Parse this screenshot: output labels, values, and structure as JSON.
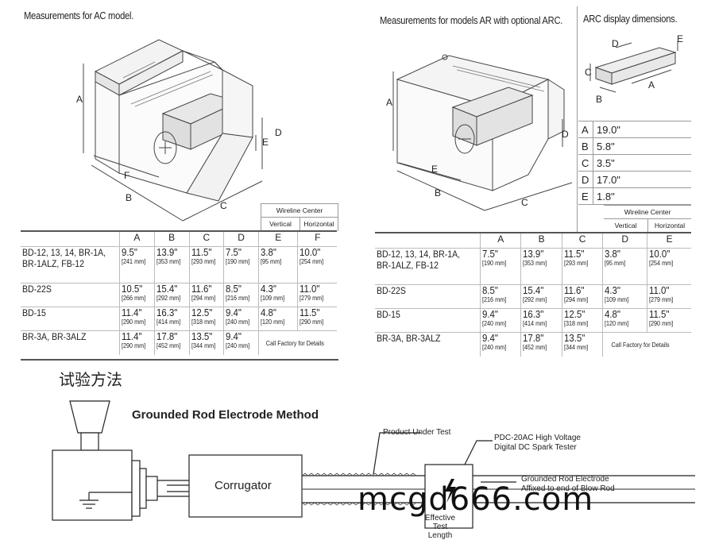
{
  "left_panel": {
    "caption": "Measurements for AC model.",
    "dim_letters": [
      "A",
      "B",
      "C",
      "D",
      "E",
      "F"
    ],
    "wireline_center": "Wireline Center",
    "vertical": "Vertical",
    "horizontal": "Horizontal",
    "columns": [
      "A",
      "B",
      "C",
      "D",
      "E",
      "F"
    ],
    "rows": [
      {
        "model": "BD-12, 13, 14, BR-1A, BR-1ALZ, FB-12",
        "cells": [
          [
            "9.5\"",
            "[241 mm]"
          ],
          [
            "13.9\"",
            "[353 mm]"
          ],
          [
            "11.5\"",
            "[293 mm]"
          ],
          [
            "7.5\"",
            "[190 mm]"
          ],
          [
            "3.8\"",
            "[95 mm]"
          ],
          [
            "10.0\"",
            "[254 mm]"
          ]
        ]
      },
      {
        "model": "BD-22S",
        "cells": [
          [
            "10.5\"",
            "[266 mm]"
          ],
          [
            "15.4\"",
            "[292 mm]"
          ],
          [
            "11.6\"",
            "[294 mm]"
          ],
          [
            "8.5\"",
            "[216 mm]"
          ],
          [
            "4.3\"",
            "[109 mm]"
          ],
          [
            "11.0\"",
            "[279 mm]"
          ]
        ]
      },
      {
        "model": "BD-15",
        "cells": [
          [
            "11.4\"",
            "[290 mm]"
          ],
          [
            "16.3\"",
            "[414 mm]"
          ],
          [
            "12.5\"",
            "[318 mm]"
          ],
          [
            "9.4\"",
            "[240 mm]"
          ],
          [
            "4.8\"",
            "[120 mm]"
          ],
          [
            "11.5\"",
            "[290 mm]"
          ]
        ]
      },
      {
        "model": "BR-3A, BR-3ALZ",
        "cells": [
          [
            "11.4\"",
            "[290 mm]"
          ],
          [
            "17.8\"",
            "[452 mm]"
          ],
          [
            "13.5\"",
            "[344 mm]"
          ],
          [
            "9.4\"",
            "[240 mm]"
          ]
        ],
        "note": "Call Factory for Details"
      }
    ]
  },
  "right_panel": {
    "caption": "Measurements for models AR with optional ARC.",
    "dim_letters": [
      "A",
      "B",
      "C",
      "D",
      "E"
    ],
    "wireline_center": "Wireline Center",
    "vertical": "Vertical",
    "horizontal": "Horizontal",
    "columns": [
      "A",
      "B",
      "C",
      "D",
      "E"
    ],
    "rows": [
      {
        "model": "BD-12, 13, 14, BR-1A, BR-1ALZ, FB-12",
        "cells": [
          [
            "7.5\"",
            "[190 mm]"
          ],
          [
            "13.9\"",
            "[353 mm]"
          ],
          [
            "11.5\"",
            "[293 mm]"
          ],
          [
            "3.8\"",
            "[95 mm]"
          ],
          [
            "10.0\"",
            "[254 mm]"
          ]
        ]
      },
      {
        "model": "BD-22S",
        "cells": [
          [
            "8.5\"",
            "[216 mm]"
          ],
          [
            "15.4\"",
            "[292 mm]"
          ],
          [
            "11.6\"",
            "[294 mm]"
          ],
          [
            "4.3\"",
            "[109 mm]"
          ],
          [
            "11.0\"",
            "[279 mm]"
          ]
        ]
      },
      {
        "model": "BD-15",
        "cells": [
          [
            "9.4\"",
            "[240 mm]"
          ],
          [
            "16.3\"",
            "[414 mm]"
          ],
          [
            "12.5\"",
            "[318 mm]"
          ],
          [
            "4.8\"",
            "[120 mm]"
          ],
          [
            "11.5\"",
            "[290 mm]"
          ]
        ]
      },
      {
        "model": "BR-3A, BR-3ALZ",
        "cells": [
          [
            "9.4\"",
            "[240 mm]"
          ],
          [
            "17.8\"",
            "[452 mm]"
          ],
          [
            "13.5\"",
            "[344 mm]"
          ]
        ],
        "note": "Call Factory for Details"
      }
    ]
  },
  "arc_panel": {
    "caption": "ARC display dimensions.",
    "dims": [
      {
        "key": "A",
        "value": "19.0\""
      },
      {
        "key": "B",
        "value": "5.8\""
      },
      {
        "key": "C",
        "value": "3.5\""
      },
      {
        "key": "D",
        "value": "17.0\""
      },
      {
        "key": "E",
        "value": "1.8\""
      }
    ],
    "fig_letters": [
      "D",
      "E",
      "C",
      "B",
      "A"
    ]
  },
  "bottom": {
    "section_title": "试验方法",
    "diagram_title": "Grounded Rod Electrode Method",
    "corrugator": "Corrugator",
    "product_under_test": "Product Under Test",
    "tester_line1": "PDC-20AC High Voltage",
    "tester_line2": "Digital DC Spark Tester",
    "electrode_line1": "Grounded Rod Electrode",
    "electrode_line2": "Affixed to end of Blow Rod",
    "effective_line1": "Effective",
    "effective_line2": "Test",
    "effective_line3": "Length"
  },
  "watermark": "mcgd666.com"
}
